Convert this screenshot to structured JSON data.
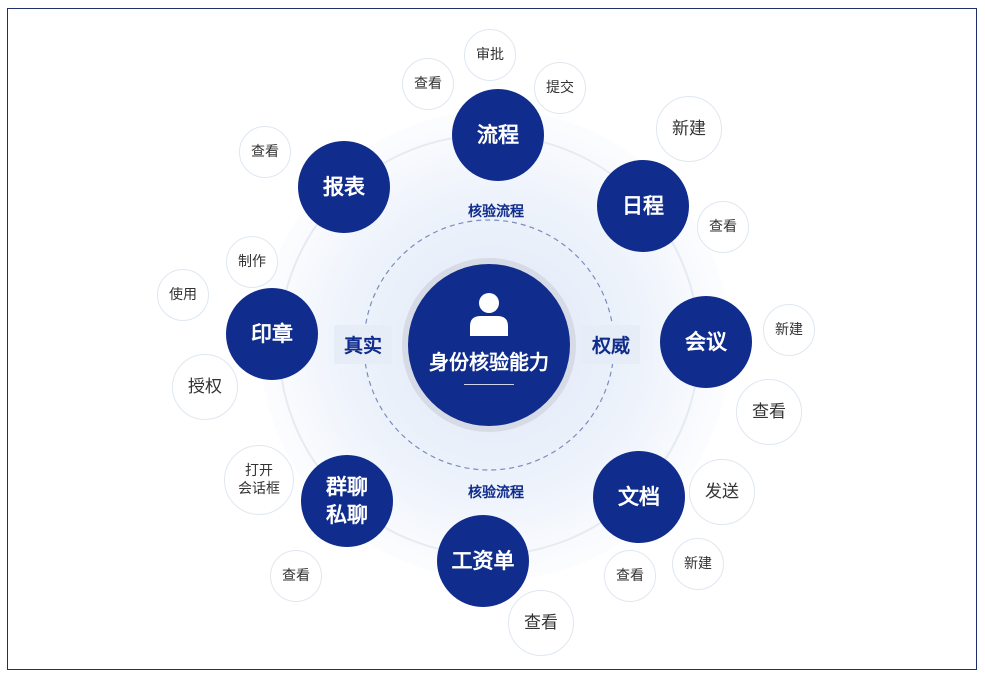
{
  "center": {
    "title": "身份核验能力",
    "icon": "user-icon"
  },
  "ring_labels": {
    "top": "核验流程",
    "bottom": "核验流程",
    "left": "真实",
    "right": "权威"
  },
  "colors": {
    "primary": "#102c8c",
    "chip_border": "#dfe7f1",
    "dashed_ring": "#7a8cbf"
  },
  "modules": {
    "flow": {
      "label": "流程",
      "actions": [
        "审批",
        "查看",
        "提交"
      ]
    },
    "schedule": {
      "label": "日程",
      "actions": [
        "新建",
        "查看"
      ]
    },
    "meeting": {
      "label": "会议",
      "actions": [
        "新建",
        "查看"
      ]
    },
    "document": {
      "label": "文档",
      "actions": [
        "发送",
        "新建",
        "查看"
      ]
    },
    "payslip": {
      "label": "工资单",
      "actions": [
        "查看"
      ]
    },
    "chat": {
      "label": "群聊\n私聊",
      "actions": [
        "打开\n会话框",
        "查看"
      ]
    },
    "seal": {
      "label": "印章",
      "actions": [
        "制作",
        "使用",
        "授权"
      ]
    },
    "report": {
      "label": "报表",
      "actions": [
        "查看"
      ]
    }
  }
}
